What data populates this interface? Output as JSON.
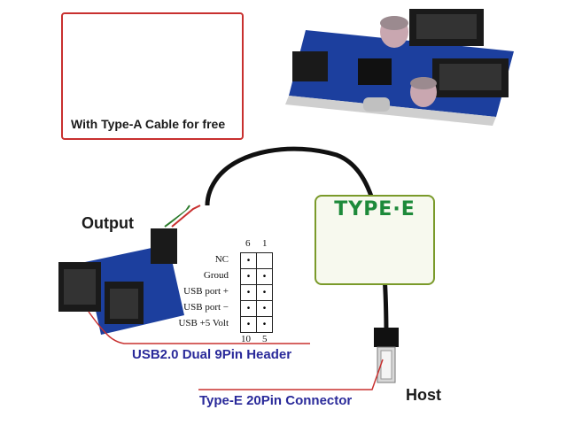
{
  "cable_box": {
    "caption": "With Type-A Cable for free"
  },
  "labels": {
    "output": "Output",
    "host": "Host",
    "usb_header": "USB2.0 Dual 9Pin Header",
    "typee_connector": "Type-E 20Pin Connector"
  },
  "badge": {
    "text": "TYPE·E"
  },
  "pinout": {
    "top_numbers": [
      "6",
      "1"
    ],
    "bottom_numbers": [
      "10",
      "5"
    ],
    "rows": [
      "NC",
      "Groud",
      "USB port +",
      "USB port −",
      "USB +5 Volt"
    ]
  },
  "colors": {
    "callout_red": "#c8302f",
    "callout_text": "#2a2a9a",
    "badge_green": "#1d8a3a",
    "pcb_blue": "#1c3f9e"
  }
}
